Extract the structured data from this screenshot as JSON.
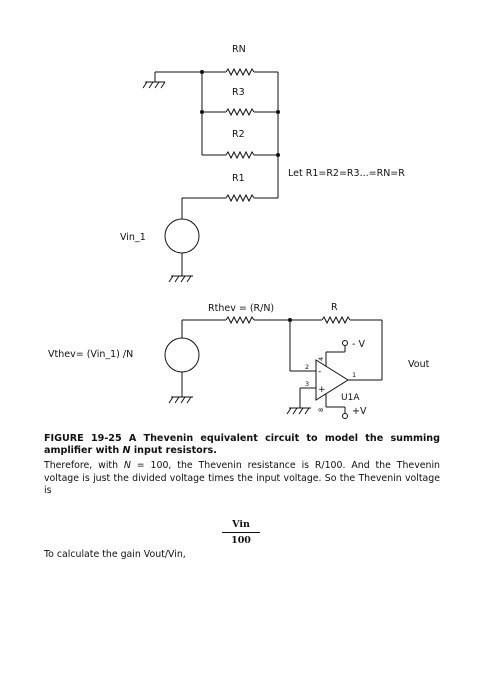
{
  "schematic_top": {
    "resistors": [
      "RN",
      "R3",
      "R2",
      "R1"
    ],
    "source": "Vin_1",
    "note": "Let R1=R2=R3...=RN=R"
  },
  "schematic_bottom": {
    "rthev": "Rthev = (R/N)",
    "r": "R",
    "vthev": "Vthev= (Vin_1) /N",
    "vout": "Vout",
    "opamp": "U1A",
    "neg_supply": "- V",
    "pos_supply": "+V",
    "pins": {
      "p4": "4",
      "p2": "2",
      "p3": "3",
      "p1": "1",
      "p8": "8",
      "minus": "-",
      "plus": "+"
    }
  },
  "caption": {
    "line1": "FIGURE 19-25 A Thevenin equivalent circuit to model the summing",
    "line2_a": "amplifier with ",
    "line2_n": "N",
    "line2_b": " input resistors."
  },
  "paragraph": {
    "p1": "Therefore, with ",
    "n1": "N",
    "p2": " = 100, the Thevenin resistance is R/100. And the Thevenin voltage is just the divided voltage times the input voltage. So the Thevenin voltage is"
  },
  "formula": {
    "numerator": "Vin",
    "denominator": "100"
  },
  "closing": "To calculate the gain Vout/Vin,"
}
